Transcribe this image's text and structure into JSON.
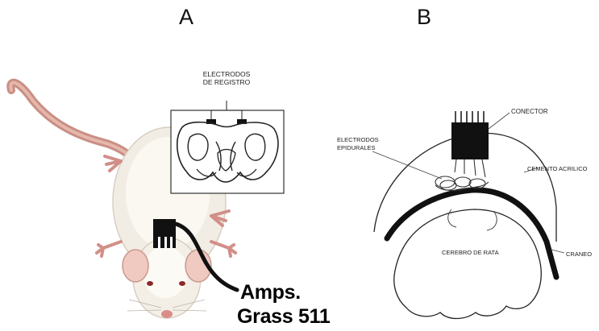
{
  "panels": {
    "a": {
      "letter": "A",
      "brain_inset_label_line1": "ELECTRODOS",
      "brain_inset_label_line2": "DE REGISTRO",
      "amp_label_line1": "Amps.",
      "amp_label_line2": "Grass 511"
    },
    "b": {
      "letter": "B",
      "labels": {
        "connector": "CONECTOR",
        "electrodes_line1": "ELECTRODOS",
        "electrodes_line2": "EPIDURALES",
        "cement": "CEMENTO ACRILICO",
        "skull": "CRANEO",
        "brain": "CEREBRO DE RATA"
      }
    }
  }
}
